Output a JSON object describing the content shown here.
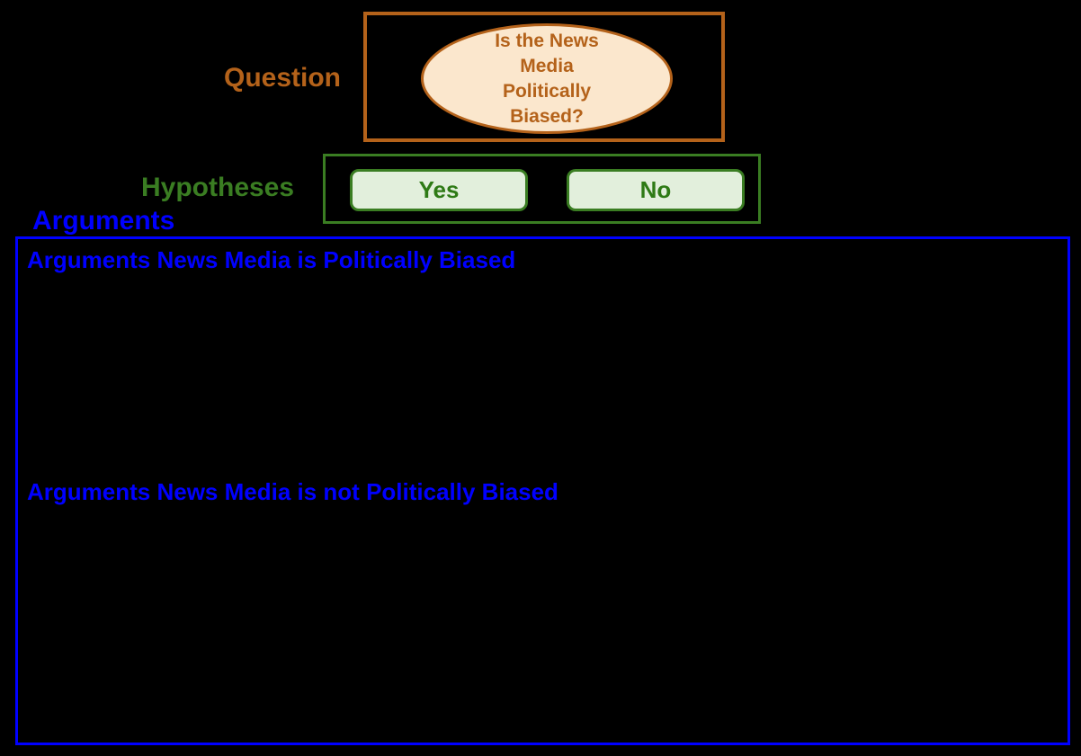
{
  "question": {
    "label": "Question",
    "text": "Is the News Media Politically Biased?",
    "lines": [
      "Is the News",
      "Media",
      "Politically",
      "Biased?"
    ]
  },
  "hypotheses": {
    "label": "Hypotheses",
    "options": [
      {
        "label": "Yes"
      },
      {
        "label": "No"
      }
    ]
  },
  "arguments": {
    "label": "Arguments",
    "sections": [
      {
        "heading": "Arguments News Media is Politically Biased",
        "items": []
      },
      {
        "heading": "Arguments News Media is not Politically Biased",
        "items": []
      }
    ]
  },
  "colors": {
    "background": "#000000",
    "question_accent": "#b4621a",
    "question_ellipse_fill": "#fbe7cd",
    "hypotheses_accent": "#3a7d22",
    "hypotheses_button_fill": "#e2efdc",
    "hypotheses_button_text": "#2e7a15",
    "arguments_accent": "#0000ff"
  }
}
